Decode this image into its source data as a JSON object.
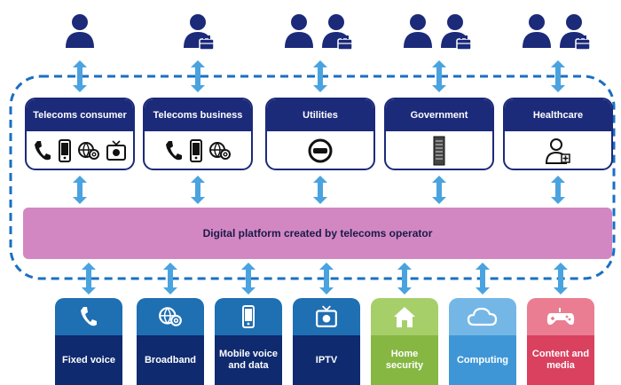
{
  "colors": {
    "navy": "#1c2a7a",
    "arrow": "#4aa3df",
    "dash": "#1a6fc2",
    "platform": "#d387c2",
    "service_blue": "#1f6fb3",
    "service_green": "#86b743",
    "service_sky": "#3e96d6",
    "service_pink": "#d9415f"
  },
  "sectors": [
    {
      "label": "Telecoms consumer",
      "icons": [
        "phone-handset-icon",
        "mobile-phone-icon",
        "email-globe-icon",
        "media-player-icon"
      ],
      "users": [
        "person-icon"
      ]
    },
    {
      "label": "Telecoms business",
      "icons": [
        "phone-handset-icon",
        "mobile-phone-icon",
        "email-globe-icon"
      ],
      "users": [
        "business-person-icon"
      ]
    },
    {
      "label": "Utilities",
      "icons": [
        "meter-icon"
      ],
      "users": [
        "person-icon",
        "business-person-icon"
      ]
    },
    {
      "label": "Government",
      "icons": [
        "server-icon"
      ],
      "users": [
        "person-icon",
        "business-person-icon"
      ]
    },
    {
      "label": "Healthcare",
      "icons": [
        "doctor-icon"
      ],
      "users": [
        "person-icon",
        "business-person-icon"
      ]
    }
  ],
  "platform": {
    "label": "Digital platform created by telecoms operator"
  },
  "services": [
    {
      "label": "Fixed voice",
      "icon": "phone-handset-icon",
      "color": "blue"
    },
    {
      "label": "Broadband",
      "icon": "email-globe-icon",
      "color": "blue"
    },
    {
      "label": "Mobile voice and data",
      "icon": "mobile-phone-icon",
      "color": "blue"
    },
    {
      "label": "IPTV",
      "icon": "media-player-icon",
      "color": "blue"
    },
    {
      "label": "Home security",
      "icon": "house-icon",
      "color": "green"
    },
    {
      "label": "Computing",
      "icon": "cloud-icon",
      "color": "sky"
    },
    {
      "label": "Content and media",
      "icon": "gamepad-icon",
      "color": "pink"
    }
  ]
}
